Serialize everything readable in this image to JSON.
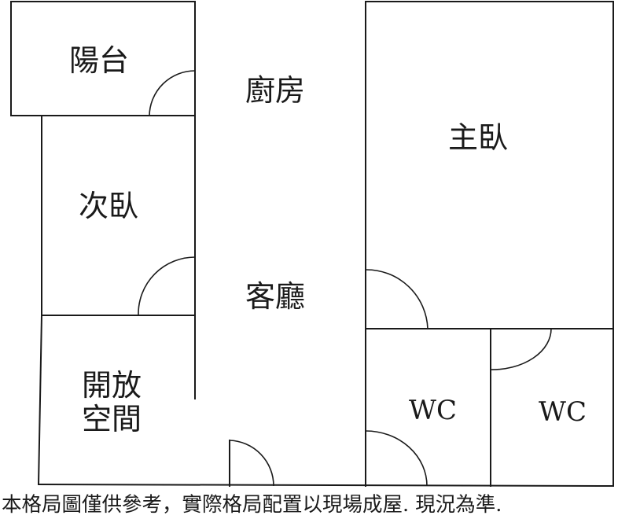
{
  "rooms": {
    "balcony": "陽台",
    "kitchen": "廚房",
    "master_bedroom": "主臥",
    "second_bedroom": "次臥",
    "living_room": "客廳",
    "open_space_line1": "開放",
    "open_space_line2": "空間",
    "wc_left": "WC",
    "wc_right": "WC"
  },
  "disclaimer": "本格局圖僅供參考，實際格局配置以現場成屋. 現況為準."
}
